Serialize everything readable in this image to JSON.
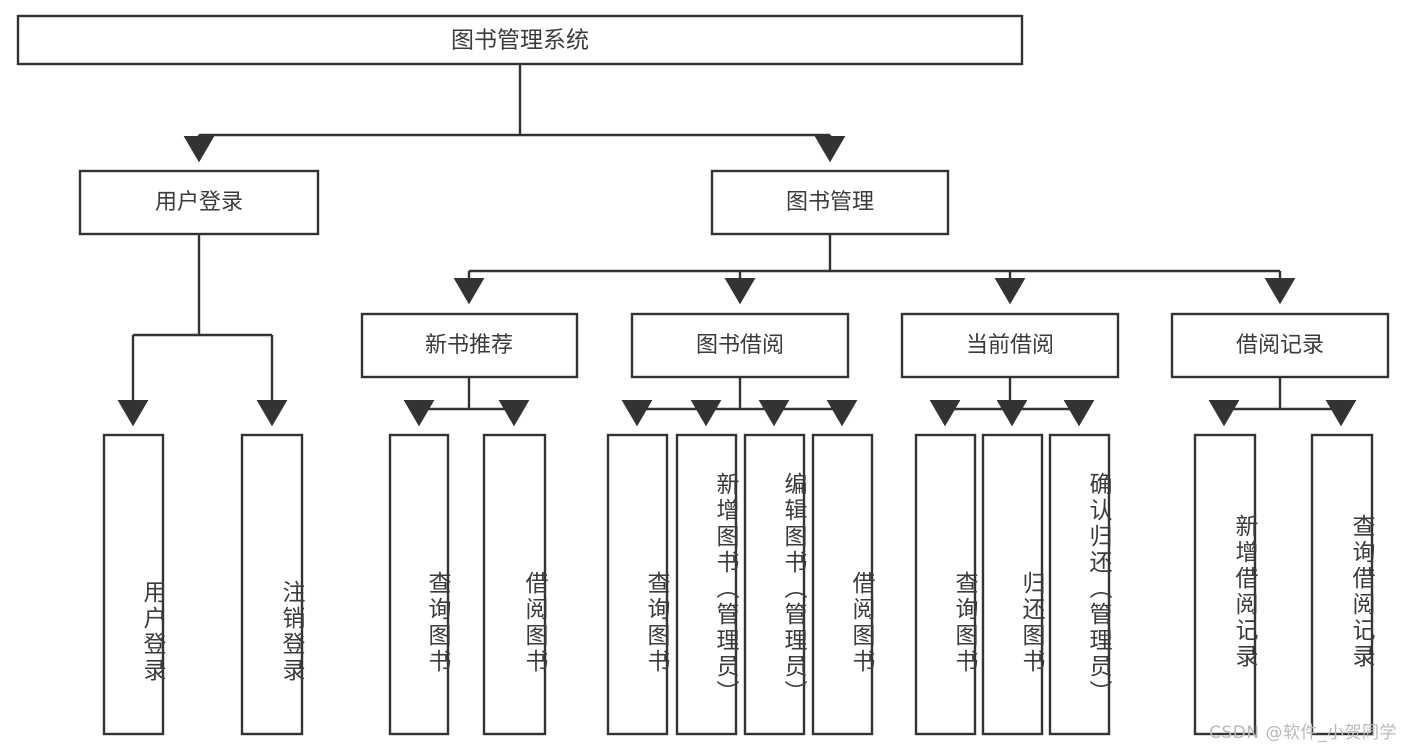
{
  "diagram": {
    "title": "图书管理系统",
    "watermark": "CSDN @软件_小贺同学",
    "colors": {
      "stroke": "#333333",
      "box_fill": "#ffffff",
      "text": "#3b3b3b",
      "background": "#ffffff",
      "watermark": "#b9b9b9"
    },
    "root": {
      "label": "图书管理系统"
    },
    "level2": [
      {
        "label": "用户登录"
      },
      {
        "label": "图书管理"
      }
    ],
    "level3": [
      {
        "label": "新书推荐"
      },
      {
        "label": "图书借阅"
      },
      {
        "label": "当前借阅"
      },
      {
        "label": "借阅记录"
      }
    ],
    "leaves": {
      "user_login": [
        {
          "label": "用户登录"
        },
        {
          "label": "注销登录"
        }
      ],
      "new_book_recommend": [
        {
          "label": "查询图书"
        },
        {
          "label": "借阅图书"
        }
      ],
      "book_borrow": [
        {
          "label": "查询图书"
        },
        {
          "label": "新增图书（管理员）"
        },
        {
          "label": "编辑图书（管理员）"
        },
        {
          "label": "借阅图书"
        }
      ],
      "current_borrow": [
        {
          "label": "查询图书"
        },
        {
          "label": "归还图书"
        },
        {
          "label": "确认归还（管理员）"
        }
      ],
      "borrow_record": [
        {
          "label": "新增借阅记录"
        },
        {
          "label": "查询借阅记录"
        }
      ]
    }
  },
  "chart_data": {
    "type": "diagram",
    "title": "图书管理系统",
    "structure": "tree",
    "nodes": [
      {
        "id": "root",
        "label": "图书管理系统",
        "level": 0,
        "parent": null
      },
      {
        "id": "n-user-login",
        "label": "用户登录",
        "level": 1,
        "parent": "root"
      },
      {
        "id": "n-book-manage",
        "label": "图书管理",
        "level": 1,
        "parent": "root"
      },
      {
        "id": "n-new-book",
        "label": "新书推荐",
        "level": 2,
        "parent": "n-book-manage"
      },
      {
        "id": "n-book-borrow",
        "label": "图书借阅",
        "level": 2,
        "parent": "n-book-manage"
      },
      {
        "id": "n-current-borrow",
        "label": "当前借阅",
        "level": 2,
        "parent": "n-book-manage"
      },
      {
        "id": "n-borrow-record",
        "label": "借阅记录",
        "level": 2,
        "parent": "n-book-manage"
      },
      {
        "id": "l-user-login",
        "label": "用户登录",
        "level": 2,
        "parent": "n-user-login"
      },
      {
        "id": "l-logout",
        "label": "注销登录",
        "level": 2,
        "parent": "n-user-login"
      },
      {
        "id": "l-nb-query",
        "label": "查询图书",
        "level": 3,
        "parent": "n-new-book"
      },
      {
        "id": "l-nb-borrow",
        "label": "借阅图书",
        "level": 3,
        "parent": "n-new-book"
      },
      {
        "id": "l-bb-query",
        "label": "查询图书",
        "level": 3,
        "parent": "n-book-borrow"
      },
      {
        "id": "l-bb-add",
        "label": "新增图书（管理员）",
        "level": 3,
        "parent": "n-book-borrow"
      },
      {
        "id": "l-bb-edit",
        "label": "编辑图书（管理员）",
        "level": 3,
        "parent": "n-book-borrow"
      },
      {
        "id": "l-bb-borrow",
        "label": "借阅图书",
        "level": 3,
        "parent": "n-book-borrow"
      },
      {
        "id": "l-cb-query",
        "label": "查询图书",
        "level": 3,
        "parent": "n-current-borrow"
      },
      {
        "id": "l-cb-return",
        "label": "归还图书",
        "level": 3,
        "parent": "n-current-borrow"
      },
      {
        "id": "l-cb-confirm",
        "label": "确认归还（管理员）",
        "level": 3,
        "parent": "n-current-borrow"
      },
      {
        "id": "l-br-add",
        "label": "新增借阅记录",
        "level": 3,
        "parent": "n-borrow-record"
      },
      {
        "id": "l-br-query",
        "label": "查询借阅记录",
        "level": 3,
        "parent": "n-borrow-record"
      }
    ]
  }
}
